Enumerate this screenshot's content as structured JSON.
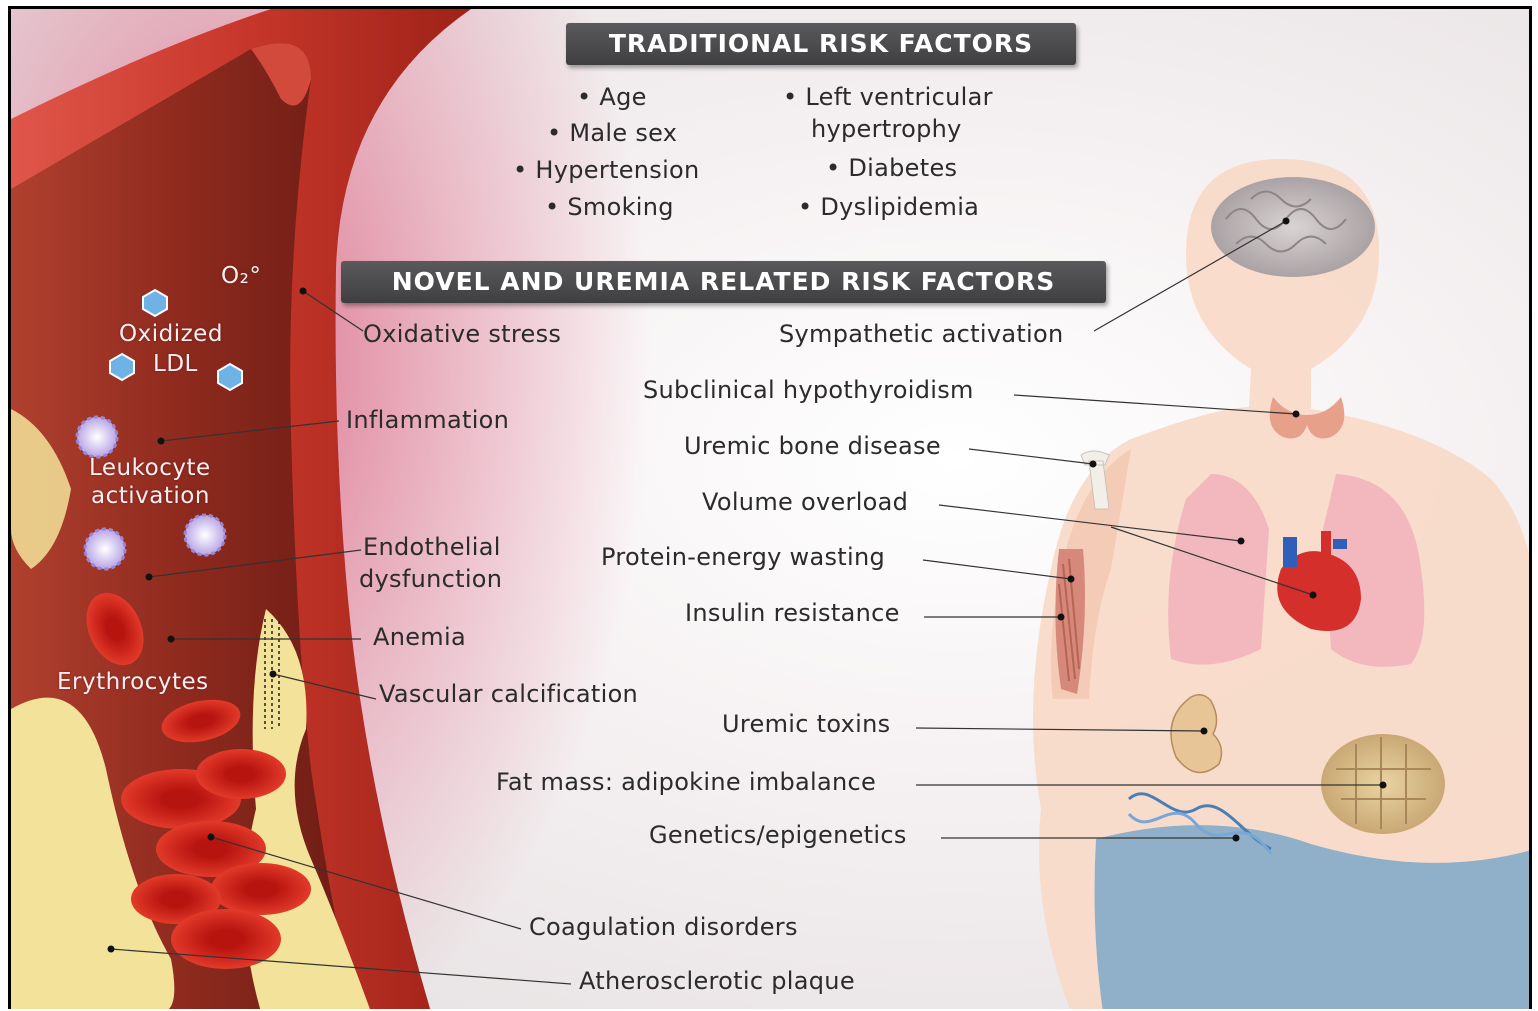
{
  "headers": {
    "traditional": "TRADITIONAL RISK FACTORS",
    "novel": "NOVEL AND UREMIA RELATED RISK FACTORS"
  },
  "traditional_left": [
    "• Age",
    "• Male sex",
    "• Hypertension",
    "• Smoking"
  ],
  "traditional_right": {
    "lvh_line1": "• Left ventricular",
    "lvh_line2": "hypertrophy",
    "diabetes": "• Diabetes",
    "dyslipidemia": "• Dyslipidemia"
  },
  "vessel_labels": {
    "o2": "O₂°",
    "oxidized": "Oxidized",
    "ldl": "LDL",
    "leukocyte": "Leukocyte",
    "activation": "activation",
    "erythrocytes": "Erythrocytes"
  },
  "left_factors": {
    "oxidative_stress": "Oxidative stress",
    "inflammation": "Inflammation",
    "endothelial_1": "Endothelial",
    "endothelial_2": "dysfunction",
    "anemia": "Anemia",
    "vascular_calcification": "Vascular calcification",
    "coagulation": "Coagulation disorders",
    "atherosclerotic": "Atherosclerotic plaque"
  },
  "body_factors": {
    "sympathetic": "Sympathetic activation",
    "hypothyroidism": "Subclinical hypothyroidism",
    "bone": "Uremic bone disease",
    "volume": "Volume overload",
    "pew": "Protein-energy wasting",
    "insulin": "Insulin resistance",
    "toxins": "Uremic toxins",
    "fat": "Fat mass: adipokine imbalance",
    "genetics": "Genetics/epigenetics"
  },
  "colors": {
    "vessel_wall": "#c8372b",
    "blood": "#8e2a1e",
    "plaque": "#f3e39a",
    "skin": "#f8d9c6",
    "header_bg": "#4a4a4c",
    "pants": "#8fb0c8"
  }
}
